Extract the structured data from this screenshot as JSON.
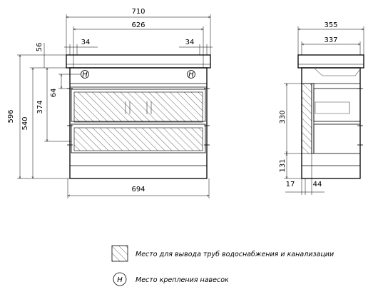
{
  "front_dims": {
    "overall_width": "710",
    "inner_width": "626",
    "left_offset": "34",
    "right_offset": "34",
    "bottom_width": "694",
    "top_height": "56",
    "height_374": "374",
    "height_64": "64",
    "total_height": "596",
    "body_height": "540"
  },
  "side_dims": {
    "depth_total": "355",
    "depth_inner": "337",
    "height_330": "330",
    "height_131": "131",
    "left_17": "17",
    "width_44": "44"
  },
  "marks": {
    "mount_symbol": "H"
  },
  "legend": {
    "hatch_text": "Место для вывода труб водоснабжения и канализации",
    "mount_text": "Место крепления навесок",
    "mount_symbol": "H"
  }
}
